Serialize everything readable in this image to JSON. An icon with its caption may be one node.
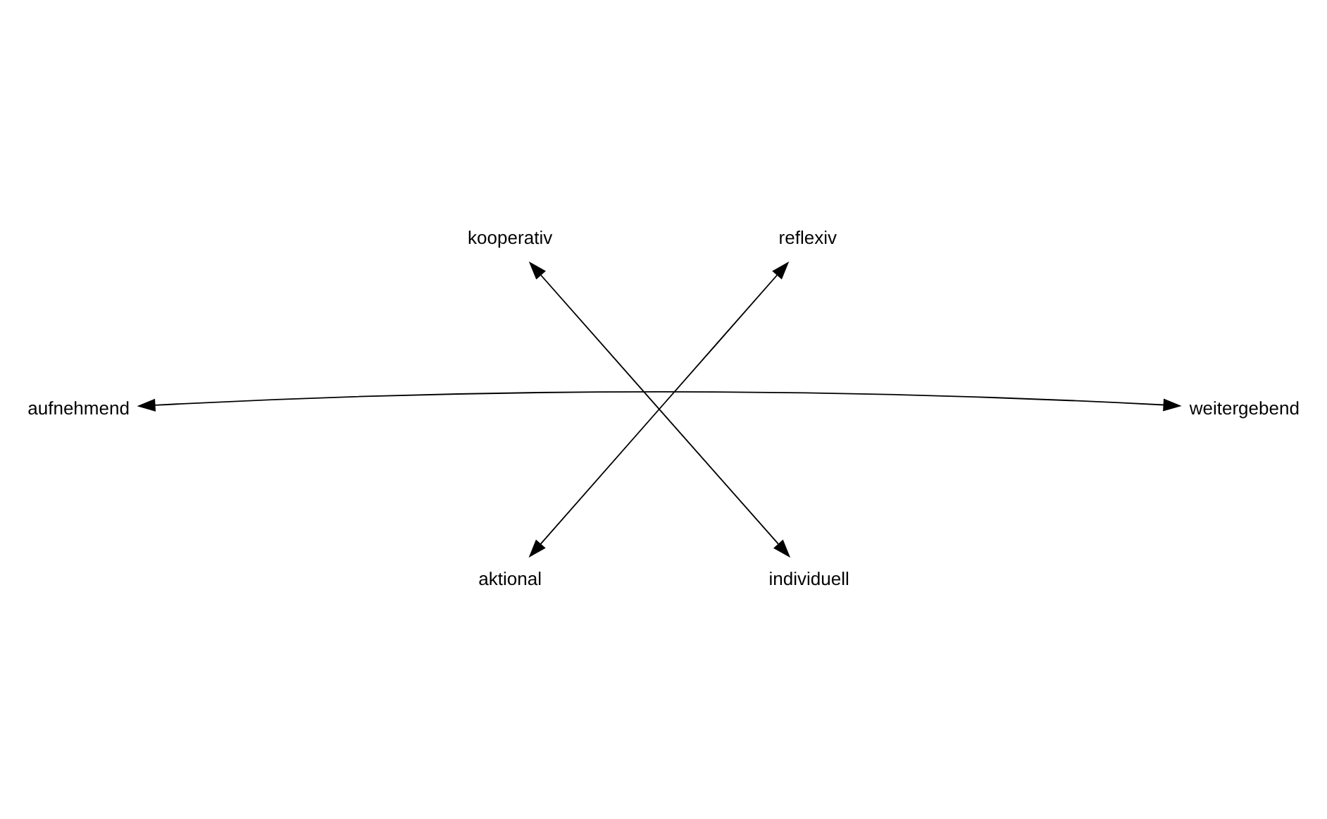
{
  "diagram": {
    "nodes": [
      {
        "text": [
          "kooperativ"
        ]
      },
      {
        "text": [
          "reflexiv"
        ]
      },
      {
        "text": [
          "aufnehmend"
        ]
      },
      {
        "text": [
          "weitergebend"
        ]
      },
      {
        "text": [
          "aktional"
        ]
      },
      {
        "text": [
          "individuell"
        ]
      }
    ],
    "edges": [
      {
        "from": 0,
        "to": 5,
        "arrow": "both"
      },
      {
        "from": 1,
        "to": 4,
        "arrow": "both"
      },
      {
        "from": 2,
        "to": 3,
        "arrow": "both"
      }
    ]
  }
}
